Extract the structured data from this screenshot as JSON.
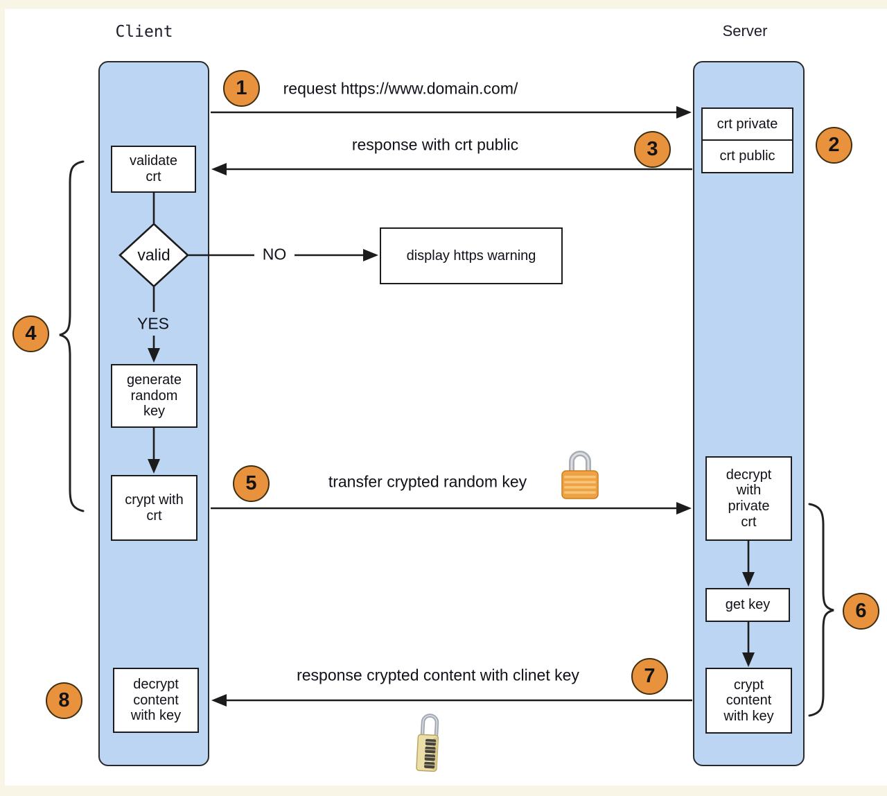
{
  "page": {
    "background_frame": "#F8F4E6",
    "canvas": "#FFFFFF"
  },
  "colors": {
    "lane_fill": "#BCD5F3",
    "lane_border": "#2A2A2A",
    "box_border": "#1C1C1C",
    "badge_fill": "#E8923E",
    "badge_border": "#3F2F10",
    "line": "#1C1C1C",
    "text": "#101018",
    "padlock_body": "#EFA243",
    "combolock_body": "#EADFA8"
  },
  "lanes": {
    "client": {
      "title": "Client"
    },
    "server": {
      "title": "Server"
    }
  },
  "nodes": {
    "validate_crt": "validate\ncrt",
    "valid_decision": "valid",
    "generate_random_key": "generate\nrandom\nkey",
    "crypt_with_crt": "crypt with\ncrt",
    "decrypt_content_with_key": "decrypt\ncontent\nwith key",
    "display_https_warning": "display https warning",
    "crt_private": "crt private",
    "crt_public": "crt public",
    "decrypt_with_private_crt": "decrypt\nwith\nprivate\ncrt",
    "get_key": "get key",
    "crypt_content_with_key": "crypt\ncontent\nwith key"
  },
  "messages": {
    "request": "request https://www.domain.com/",
    "response_crt": "response with crt public",
    "transfer_key": "transfer crypted random key",
    "response_content": "response crypted content with clinet key"
  },
  "branch_labels": {
    "no": "NO",
    "yes": "YES"
  },
  "badges": [
    "1",
    "2",
    "3",
    "4",
    "5",
    "6",
    "7",
    "8"
  ],
  "icons": {
    "padlock": "locked-padlock",
    "combination_lock": "combination-padlock"
  }
}
